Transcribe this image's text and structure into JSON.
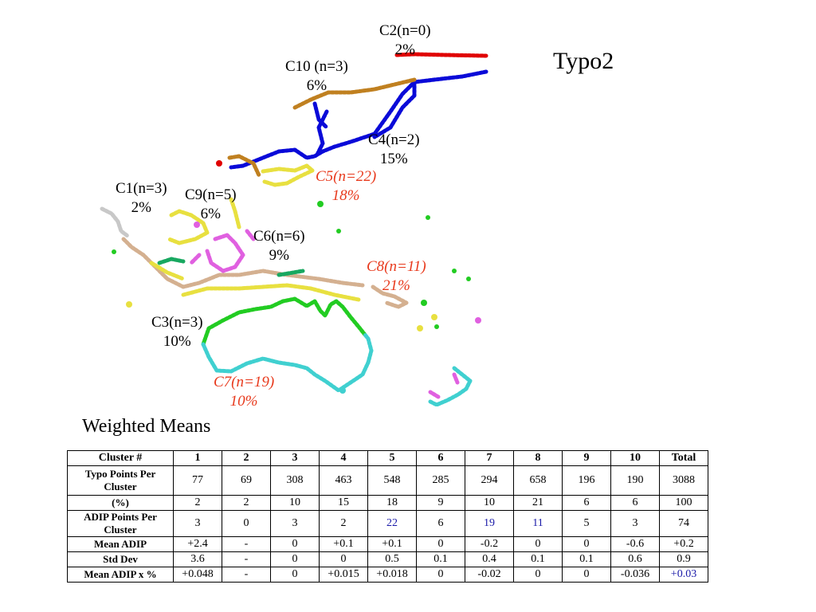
{
  "figure": {
    "title": "Typo2",
    "colors": {
      "C1": "#c8c8c8",
      "C2": "#e00000",
      "C3": "#22cc22",
      "C4": "#0a0ad8",
      "C5": "#e8e040",
      "C6": "#e060e0",
      "C7": "#40d0d0",
      "C8": "#d4b090",
      "C9": "#18a860",
      "C10": "#c08020",
      "label_highlight": "#e8391c"
    },
    "cluster_labels": [
      {
        "id": "c2",
        "line1": "C2(n=0)",
        "line2": "2%",
        "highlight": false
      },
      {
        "id": "c10",
        "line1": "C10 (n=3)",
        "line2": "6%",
        "highlight": false
      },
      {
        "id": "c4",
        "line1": "C4(n=2)",
        "line2": "15%",
        "highlight": false
      },
      {
        "id": "c5",
        "line1": "C5(n=22)",
        "line2": "18%",
        "highlight": true
      },
      {
        "id": "c1",
        "line1": "C1(n=3)",
        "line2": "2%",
        "highlight": false
      },
      {
        "id": "c9",
        "line1": "C9(n=5)",
        "line2": "6%",
        "highlight": false
      },
      {
        "id": "c6",
        "line1": "C6(n=6)",
        "line2": "9%",
        "highlight": false
      },
      {
        "id": "c8",
        "line1": "C8(n=11)",
        "line2": "21%",
        "highlight": true
      },
      {
        "id": "c3",
        "line1": "C3(n=3)",
        "line2": "10%",
        "highlight": false
      },
      {
        "id": "c7",
        "line1": "C7(n=19)",
        "line2": "10%",
        "highlight": true
      }
    ]
  },
  "weighted_means": {
    "heading": "Weighted Means",
    "table": {
      "header": [
        "Cluster #",
        "1",
        "2",
        "3",
        "4",
        "5",
        "6",
        "7",
        "8",
        "9",
        "10",
        "Total"
      ],
      "rows": [
        {
          "label": "Typo Points Per Cluster",
          "cells": [
            "77",
            "69",
            "308",
            "463",
            "548",
            "285",
            "294",
            "658",
            "196",
            "190",
            "3088"
          ],
          "blue": []
        },
        {
          "label": "(%)",
          "cells": [
            "2",
            "2",
            "10",
            "15",
            "18",
            "9",
            "10",
            "21",
            "6",
            "6",
            "100"
          ],
          "blue": []
        },
        {
          "label": "ADIP Points Per Cluster",
          "cells": [
            "3",
            "0",
            "3",
            "2",
            "22",
            "6",
            "19",
            "11",
            "5",
            "3",
            "74"
          ],
          "blue": [
            4,
            6,
            7
          ]
        },
        {
          "label": "Mean ADIP",
          "cells": [
            "+2.4",
            "-",
            "0",
            "+0.1",
            "+0.1",
            "0",
            "-0.2",
            "0",
            "0",
            "-0.6",
            "+0.2"
          ],
          "blue": []
        },
        {
          "label": "Std Dev",
          "cells": [
            "3.6",
            "-",
            "0",
            "0",
            "0.5",
            "0.1",
            "0.4",
            "0.1",
            "0.1",
            "0.6",
            "0.9"
          ],
          "blue": []
        },
        {
          "label": "Mean ADIP x %",
          "cells": [
            "+0.048",
            "-",
            "0",
            "+0.015",
            "+0.018",
            "0",
            "-0.02",
            "0",
            "0",
            "-0.036",
            "+0.03"
          ],
          "blue": [
            10
          ]
        }
      ]
    }
  }
}
